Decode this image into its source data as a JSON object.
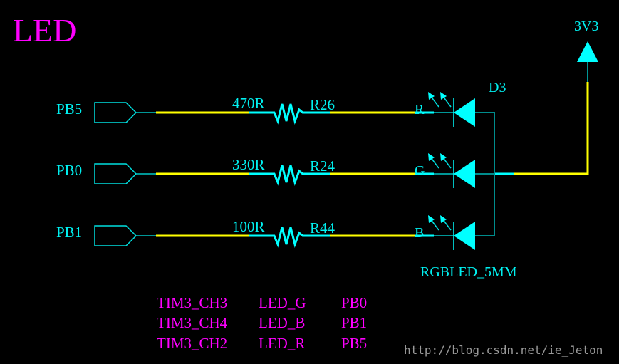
{
  "title": "LED",
  "colors": {
    "background": "#000000",
    "wire": "#ffff00",
    "symbol": "#00ffff",
    "symbol_dark": "#008c8c",
    "label": "#00f0f0",
    "note": "#ff00ff",
    "watermark": "#9a9a9a"
  },
  "power": {
    "net": "3V3",
    "icon": "power-arrow-icon"
  },
  "component": {
    "ref": "D3",
    "value": "RGBLED_5MM"
  },
  "channels": [
    {
      "port": "PB5",
      "resistor_value": "470R",
      "resistor_ref": "R26",
      "led_pin": "R"
    },
    {
      "port": "PB0",
      "resistor_value": "330R",
      "resistor_ref": "R24",
      "led_pin": "G"
    },
    {
      "port": "PB1",
      "resistor_value": "100R",
      "resistor_ref": "R44",
      "led_pin": "B"
    }
  ],
  "mapping_table": [
    {
      "timer": "TIM3_CH3",
      "led": "LED_G",
      "pin": "PB0"
    },
    {
      "timer": "TIM3_CH4",
      "led": "LED_B",
      "pin": "PB1"
    },
    {
      "timer": "TIM3_CH2",
      "led": "LED_R",
      "pin": "PB5"
    }
  ],
  "watermark": "http://blog.csdn.net/ie_Jeton"
}
